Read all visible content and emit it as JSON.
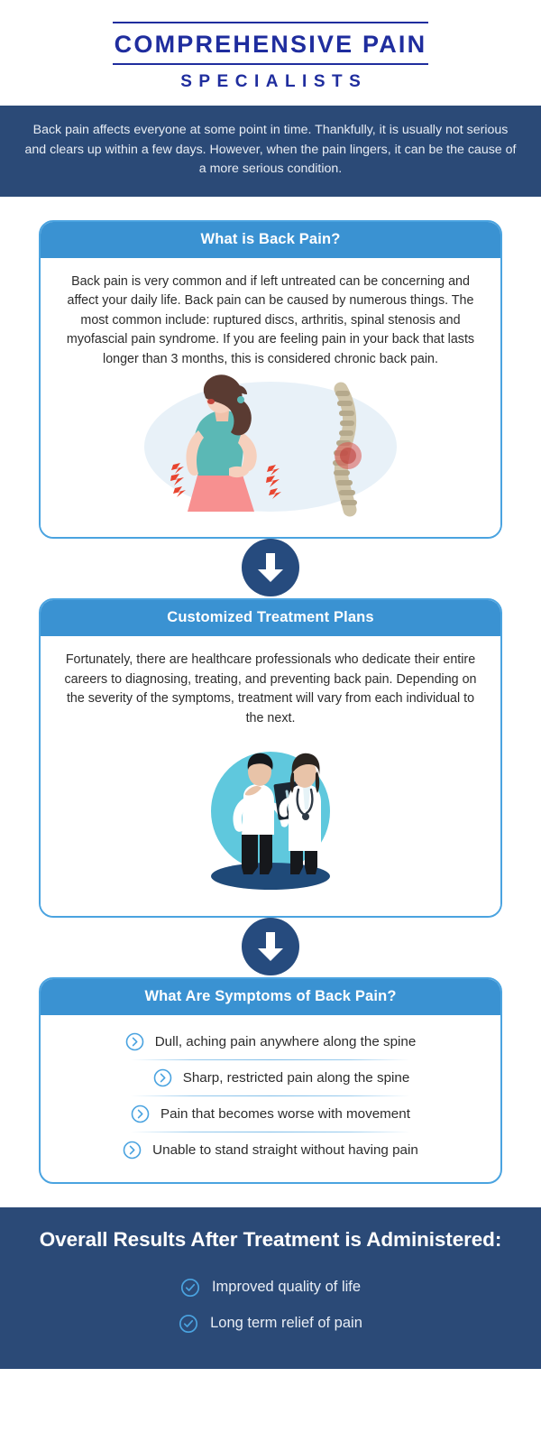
{
  "brand": {
    "line1": "COMPREHENSIVE PAIN",
    "line2": "SPECIALISTS",
    "logo_color": "#1f2d9e"
  },
  "intro": {
    "text": "Back pain affects everyone at some point in time. Thankfully, it is usually not serious and clears up within a few days. However, when the pain lingers, it can be the cause of a more serious condition."
  },
  "colors": {
    "navy": "#2b4a77",
    "header_blue": "#3a92d2",
    "border_blue": "#4aa3e0",
    "arrow_navy": "#264b7e"
  },
  "sections": [
    {
      "id": "what-is-back-pain",
      "title": "What is Back Pain?",
      "body": "Back pain is very common and if left untreated can be concerning and affect your daily life. Back pain can be caused by numerous things. The most common include: ruptured discs, arthritis, spinal stenosis and myofascial pain syndrome. If you are feeling pain in your back that lasts longer than 3 months, this is considered chronic back pain.",
      "illustration": "woman-back-pain-spine-illustration"
    },
    {
      "id": "customized-treatment-plans",
      "title": "Customized Treatment Plans",
      "body": "Fortunately, there are healthcare professionals who dedicate their entire careers to diagnosing, treating, and preventing back pain. Depending on the severity of the symptoms, treatment will vary from each individual to the next.",
      "illustration": "doctor-patient-xray-illustration"
    },
    {
      "id": "symptoms-of-back-pain",
      "title": "What Are Symptoms of Back Pain?",
      "items": [
        "Dull, aching pain anywhere along the spine",
        "Sharp, restricted pain along the spine",
        "Pain that becomes worse with movement",
        "Unable to stand straight without having pain"
      ]
    }
  ],
  "connectors": [
    {
      "icon": "arrow-down-icon"
    },
    {
      "icon": "arrow-down-icon"
    }
  ],
  "footer": {
    "title": "Overall Results After Treatment is Administered:",
    "items": [
      "Improved quality of life",
      "Long term relief of pain"
    ]
  }
}
